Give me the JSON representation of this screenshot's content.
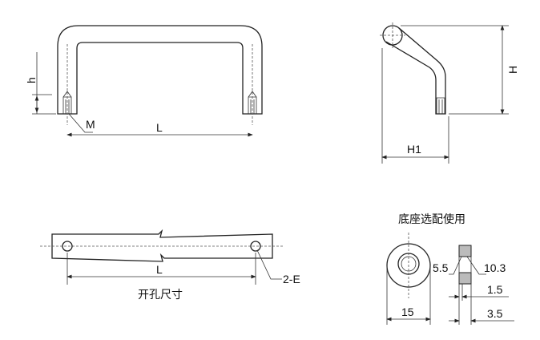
{
  "front_view": {
    "height_label": "h",
    "thread_label": "M",
    "length_label": "L"
  },
  "side_view": {
    "height_label": "H",
    "depth_label": "H1"
  },
  "bottom_view": {
    "length_label": "L",
    "hole_label": "2-E",
    "caption": "开孔尺寸"
  },
  "base_detail": {
    "caption": "底座选配使用",
    "diameter": "15",
    "inner_dim": "5.5",
    "outer_dim": "10.3",
    "step_dim": "1.5",
    "thickness_dim": "3.5"
  }
}
